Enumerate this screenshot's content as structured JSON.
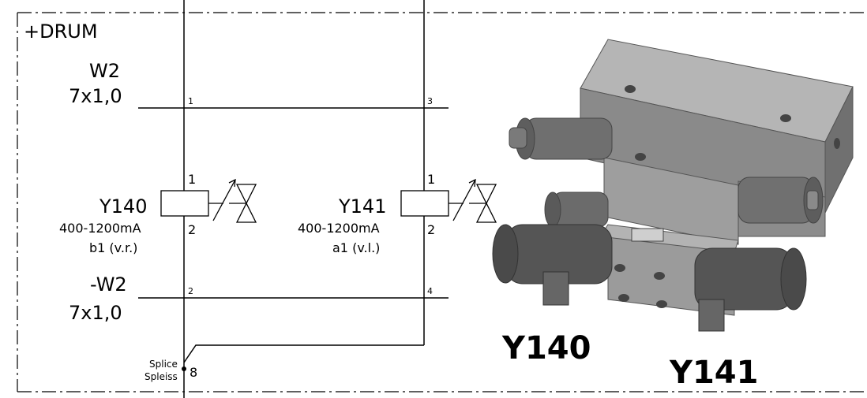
{
  "assembly": {
    "label": "+DRUM"
  },
  "cable_top": {
    "name": "W2",
    "spec": "7x1,0",
    "pin_left": "1",
    "pin_right": "3"
  },
  "cable_bottom": {
    "name": "-W2",
    "spec": "7x1,0",
    "pin_left": "2",
    "pin_right": "4"
  },
  "valves": [
    {
      "id": "Y140",
      "current": "400-1200mA",
      "function": "b1 (v.r.)",
      "pin_top": "1",
      "pin_bottom": "2"
    },
    {
      "id": "Y141",
      "current": "400-1200mA",
      "function": "a1 (v.l.)",
      "pin_top": "1",
      "pin_bottom": "2"
    }
  ],
  "splice": {
    "label_en": "Splice",
    "label_de": "Spleiss",
    "number": "8"
  },
  "photo_labels": {
    "left": "Y140",
    "right": "Y141"
  },
  "colors": {
    "line": "#000000",
    "block_light": "#a9a9a9",
    "block_mid": "#8f8f8f",
    "block_dark": "#6e6e6e"
  }
}
